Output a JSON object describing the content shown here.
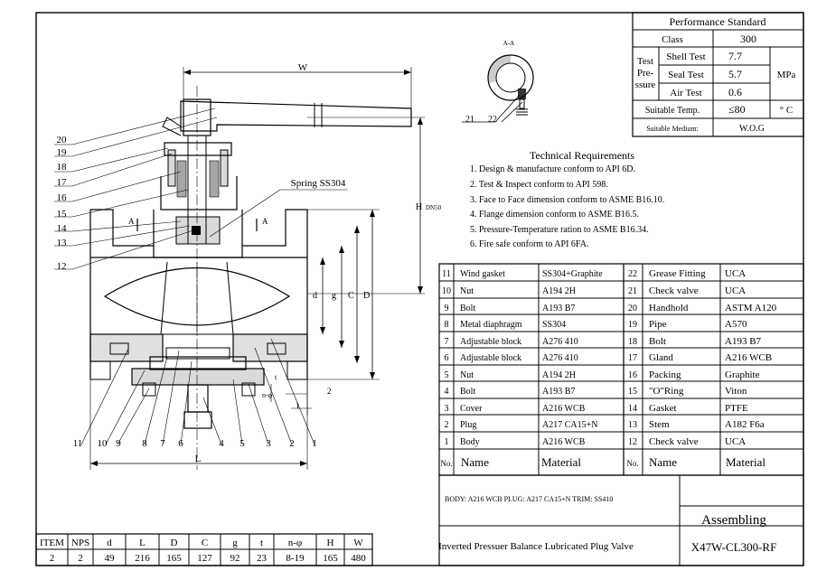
{
  "performance": {
    "title": "Performance Standard",
    "class_label": "Class",
    "class_value": "300",
    "test_pressure_label": [
      "Test",
      "Pre-",
      "ssure"
    ],
    "shell_label": "Shell Test",
    "shell_value": "7.7",
    "seal_label": "Seal Test",
    "seal_value": "5.7",
    "air_label": "Air Test",
    "air_value": "0.6",
    "pressure_unit": "MPa",
    "temp_label": "Suitable Temp.",
    "temp_value": "≤80",
    "temp_unit": "° C",
    "medium_label": "Suitable Medium:",
    "medium_value": "W.O.G"
  },
  "requirements": {
    "title": "Technical Requirements",
    "items": [
      "1. Design & manufacture conform to API 6D.",
      "2. Test & Inspect conform to API 598.",
      "3. Face to Face dimension conform to ASME B16.10.",
      "4. Flange dimension conform to ASME B16.5.",
      "5. Pressure-Temperature ration to ASME B16.34.",
      "6. Fire safe conform to API 6FA."
    ]
  },
  "drawing": {
    "section_label": "A-A",
    "section_marker": "A",
    "spring_label": "Spring SS304",
    "section_numbers": [
      "21",
      "22"
    ],
    "dim_W": "W",
    "dim_L": "L",
    "dim_H": "H",
    "dim_D": "D",
    "dim_C": "C",
    "dim_g": "g",
    "dim_d": "d",
    "dim_nphi": "n-φ",
    "dim_t": "t",
    "dim_2": "2",
    "dim_1": "1",
    "small_tag": "DN50",
    "left_callouts": [
      "20",
      "19",
      "18",
      "17",
      "16",
      "15",
      "14",
      "13",
      "12"
    ],
    "bottom_callouts": [
      "11",
      "10",
      "9",
      "8",
      "7",
      "6",
      "4",
      "5",
      "3",
      "2",
      "1"
    ]
  },
  "parts": {
    "rows": [
      {
        "no": "11",
        "name": "Wind gasket",
        "material": "SS304+Graphite",
        "no2": "22",
        "name2": "Grease Fitting",
        "material2": "UCA"
      },
      {
        "no": "10",
        "name": "Nut",
        "material": "A194 2H",
        "no2": "21",
        "name2": "Check valve",
        "material2": "UCA"
      },
      {
        "no": "9",
        "name": "Bolt",
        "material": "A193 B7",
        "no2": "20",
        "name2": "Handhold",
        "material2": "ASTM A120"
      },
      {
        "no": "8",
        "name": "Metal diaphragm",
        "material": "SS304",
        "no2": "19",
        "name2": "Pipe",
        "material2": "A570"
      },
      {
        "no": "7",
        "name": "Adjustable block",
        "material": "A276 410",
        "no2": "18",
        "name2": "Bolt",
        "material2": "A193 B7"
      },
      {
        "no": "6",
        "name": "Adjustable block",
        "material": "A276 410",
        "no2": "17",
        "name2": "Gland",
        "material2": "A216 WCB"
      },
      {
        "no": "5",
        "name": "Nut",
        "material": "A194 2H",
        "no2": "16",
        "name2": "Packing",
        "material2": "Graphite"
      },
      {
        "no": "4",
        "name": "Bolt",
        "material": "A193 B7",
        "no2": "15",
        "name2": "\"O\"Ring",
        "material2": "Viton"
      },
      {
        "no": "3",
        "name": "Cover",
        "material": "A216 WCB",
        "no2": "14",
        "name2": "Gasket",
        "material2": "PTFE"
      },
      {
        "no": "2",
        "name": "Plug",
        "material": "A217 CA15+N",
        "no2": "13",
        "name2": "Stem",
        "material2": "A182 F6a"
      },
      {
        "no": "1",
        "name": "Body",
        "material": "A216 WCB",
        "no2": "12",
        "name2": "Check valve",
        "material2": "UCA"
      }
    ],
    "header": {
      "no": "No.",
      "name": "Name",
      "material": "Material",
      "no2": "No.",
      "name2": "Name",
      "material2": "Material"
    }
  },
  "title_block": {
    "materials_note": "BODY: A216 WCB  PLUG: A217 CA15+N TRIM: SS410",
    "assembling": "Assembling",
    "description": "Inverted Pressuer Balance Lubricated Plug Valve",
    "model": "X47W-CL300-RF"
  },
  "dimension_table": {
    "headers": [
      "ITEM",
      "NPS",
      "d",
      "L",
      "D",
      "C",
      "g",
      "t",
      "n-φ",
      "H",
      "W"
    ],
    "values": [
      "2",
      "2",
      "49",
      "216",
      "165",
      "127",
      "92",
      "23",
      "8-19",
      "165",
      "480"
    ]
  }
}
